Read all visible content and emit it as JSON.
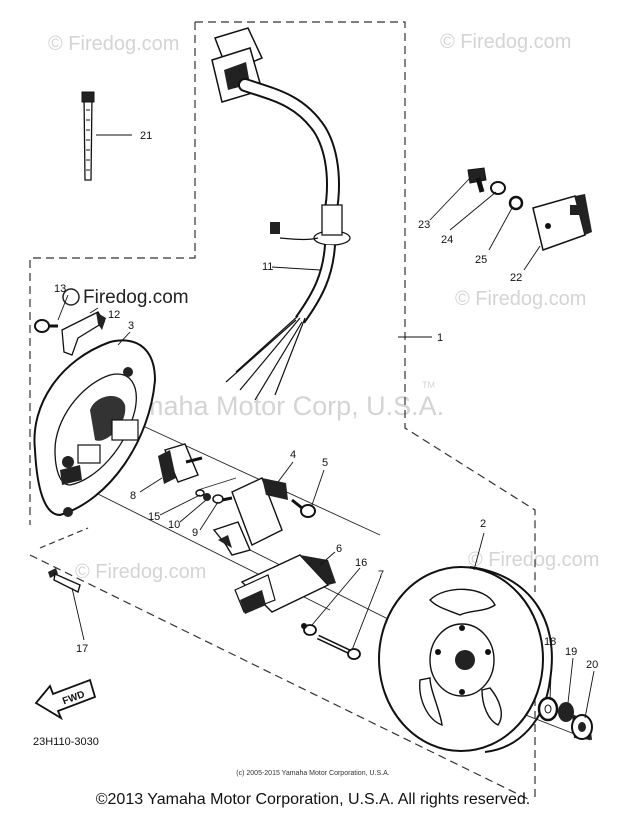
{
  "watermarks": {
    "site": "© Firedog.com",
    "site_plain": "Firedog.com",
    "brand": "Yamaha Motor Corp, U.S.A.",
    "tm": "TM"
  },
  "part_labels": {
    "p1": "1",
    "p2": "2",
    "p3": "3",
    "p4": "4",
    "p5": "5",
    "p6": "6",
    "p7": "7",
    "p8": "8",
    "p9": "9",
    "p10": "10",
    "p11": "11",
    "p12": "12",
    "p13": "13",
    "p15": "15",
    "p16": "16",
    "p17": "17",
    "p18": "18",
    "p19": "19",
    "p20": "20",
    "p21": "21",
    "p22": "22",
    "p23": "23",
    "p24": "24",
    "p25": "25"
  },
  "fwd_label": "FWD",
  "diagram_code": "23H110-3030",
  "fine_print": "(c) 2005-2015 Yamaha Motor Corporation, U.S.A.",
  "copyright": "©2013 Yamaha Motor Corporation, U.S.A. All rights reserved."
}
